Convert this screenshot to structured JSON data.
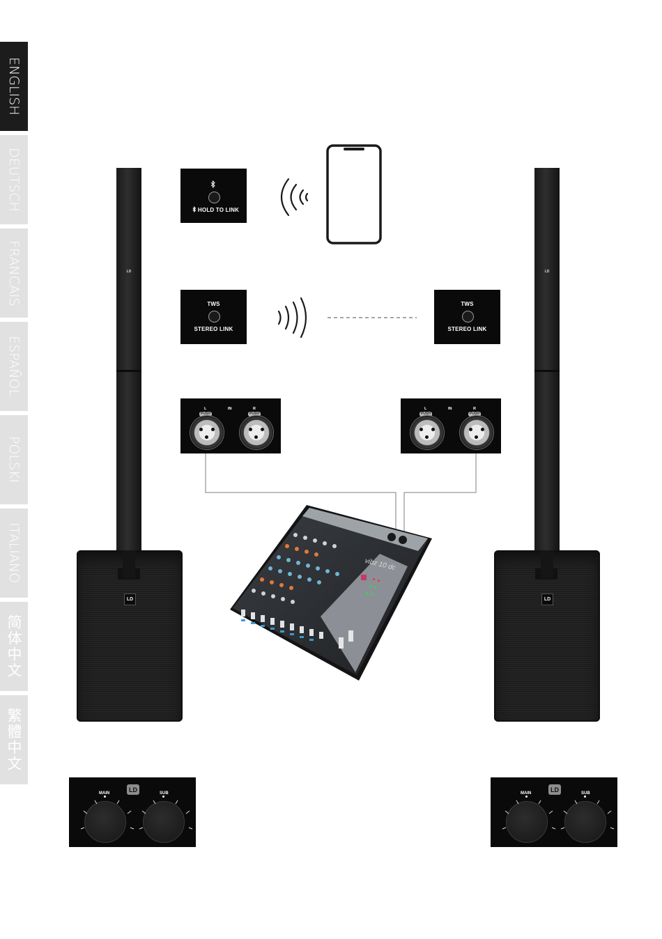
{
  "language_tabs": [
    {
      "label": "ENGLISH",
      "active": true
    },
    {
      "label": "DEUTSCH",
      "active": false
    },
    {
      "label": "FRANCAIS",
      "active": false
    },
    {
      "label": "ESPAÑOL",
      "active": false
    },
    {
      "label": "POLSKI",
      "active": false
    },
    {
      "label": "ITALIANO",
      "active": false
    },
    {
      "label": "简体中文",
      "active": false
    },
    {
      "label": "繁體中文",
      "active": false
    }
  ],
  "bluetooth_panel": {
    "icon": "bluetooth-icon",
    "label": "HOLD TO LINK"
  },
  "tws_panels": [
    {
      "title": "TWS",
      "label": "STEREO LINK"
    },
    {
      "title": "TWS",
      "label": "STEREO LINK"
    }
  ],
  "input_panels": [
    {
      "left": "L",
      "middle": "IN",
      "right": "R",
      "push": "PUSH"
    },
    {
      "left": "L",
      "middle": "IN",
      "right": "R",
      "push": "PUSH"
    }
  ],
  "knob_panels": [
    {
      "main": "MAIN",
      "sub": "SUB",
      "logo": "LD"
    },
    {
      "main": "MAIN",
      "sub": "SUB",
      "logo": "LD"
    }
  ],
  "speaker_logo": "LD",
  "mixer": {
    "model": "vibz 10 dc"
  },
  "colors": {
    "tab_active": "#1c1c1c",
    "tab_inactive": "#e1e1e1",
    "panel": "#0a0a0a",
    "cable": "#a8a8a8"
  }
}
